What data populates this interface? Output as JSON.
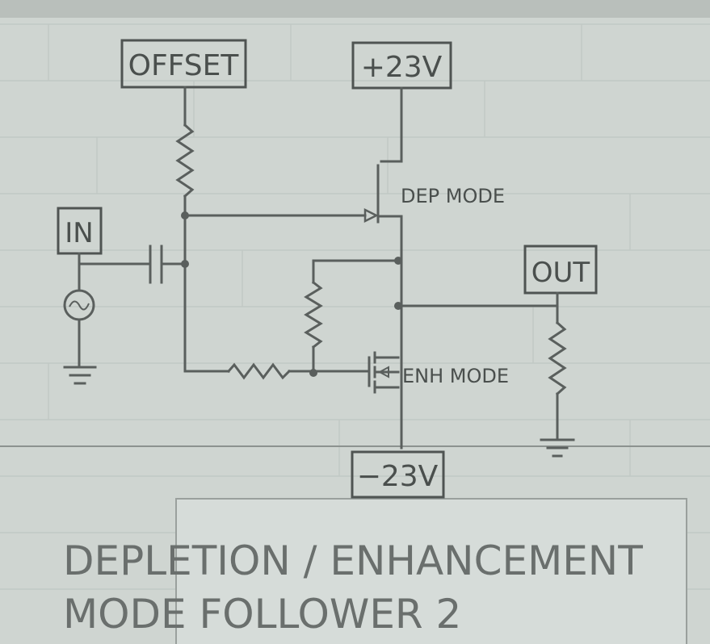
{
  "colors": {
    "background": "#cfd5d1",
    "wire": "#5a5f5d",
    "text": "#4a4f4d"
  },
  "labels": {
    "offset": "OFFSET",
    "vplus": "+23V",
    "vminus": "−23V",
    "in": "IN",
    "out": "OUT",
    "dep_mode": "DEP MODE",
    "enh_mode": "ENH MODE"
  },
  "title": {
    "line1": "DEPLETION / ENHANCEMENT",
    "line2": "MODE FOLLOWER 2"
  }
}
